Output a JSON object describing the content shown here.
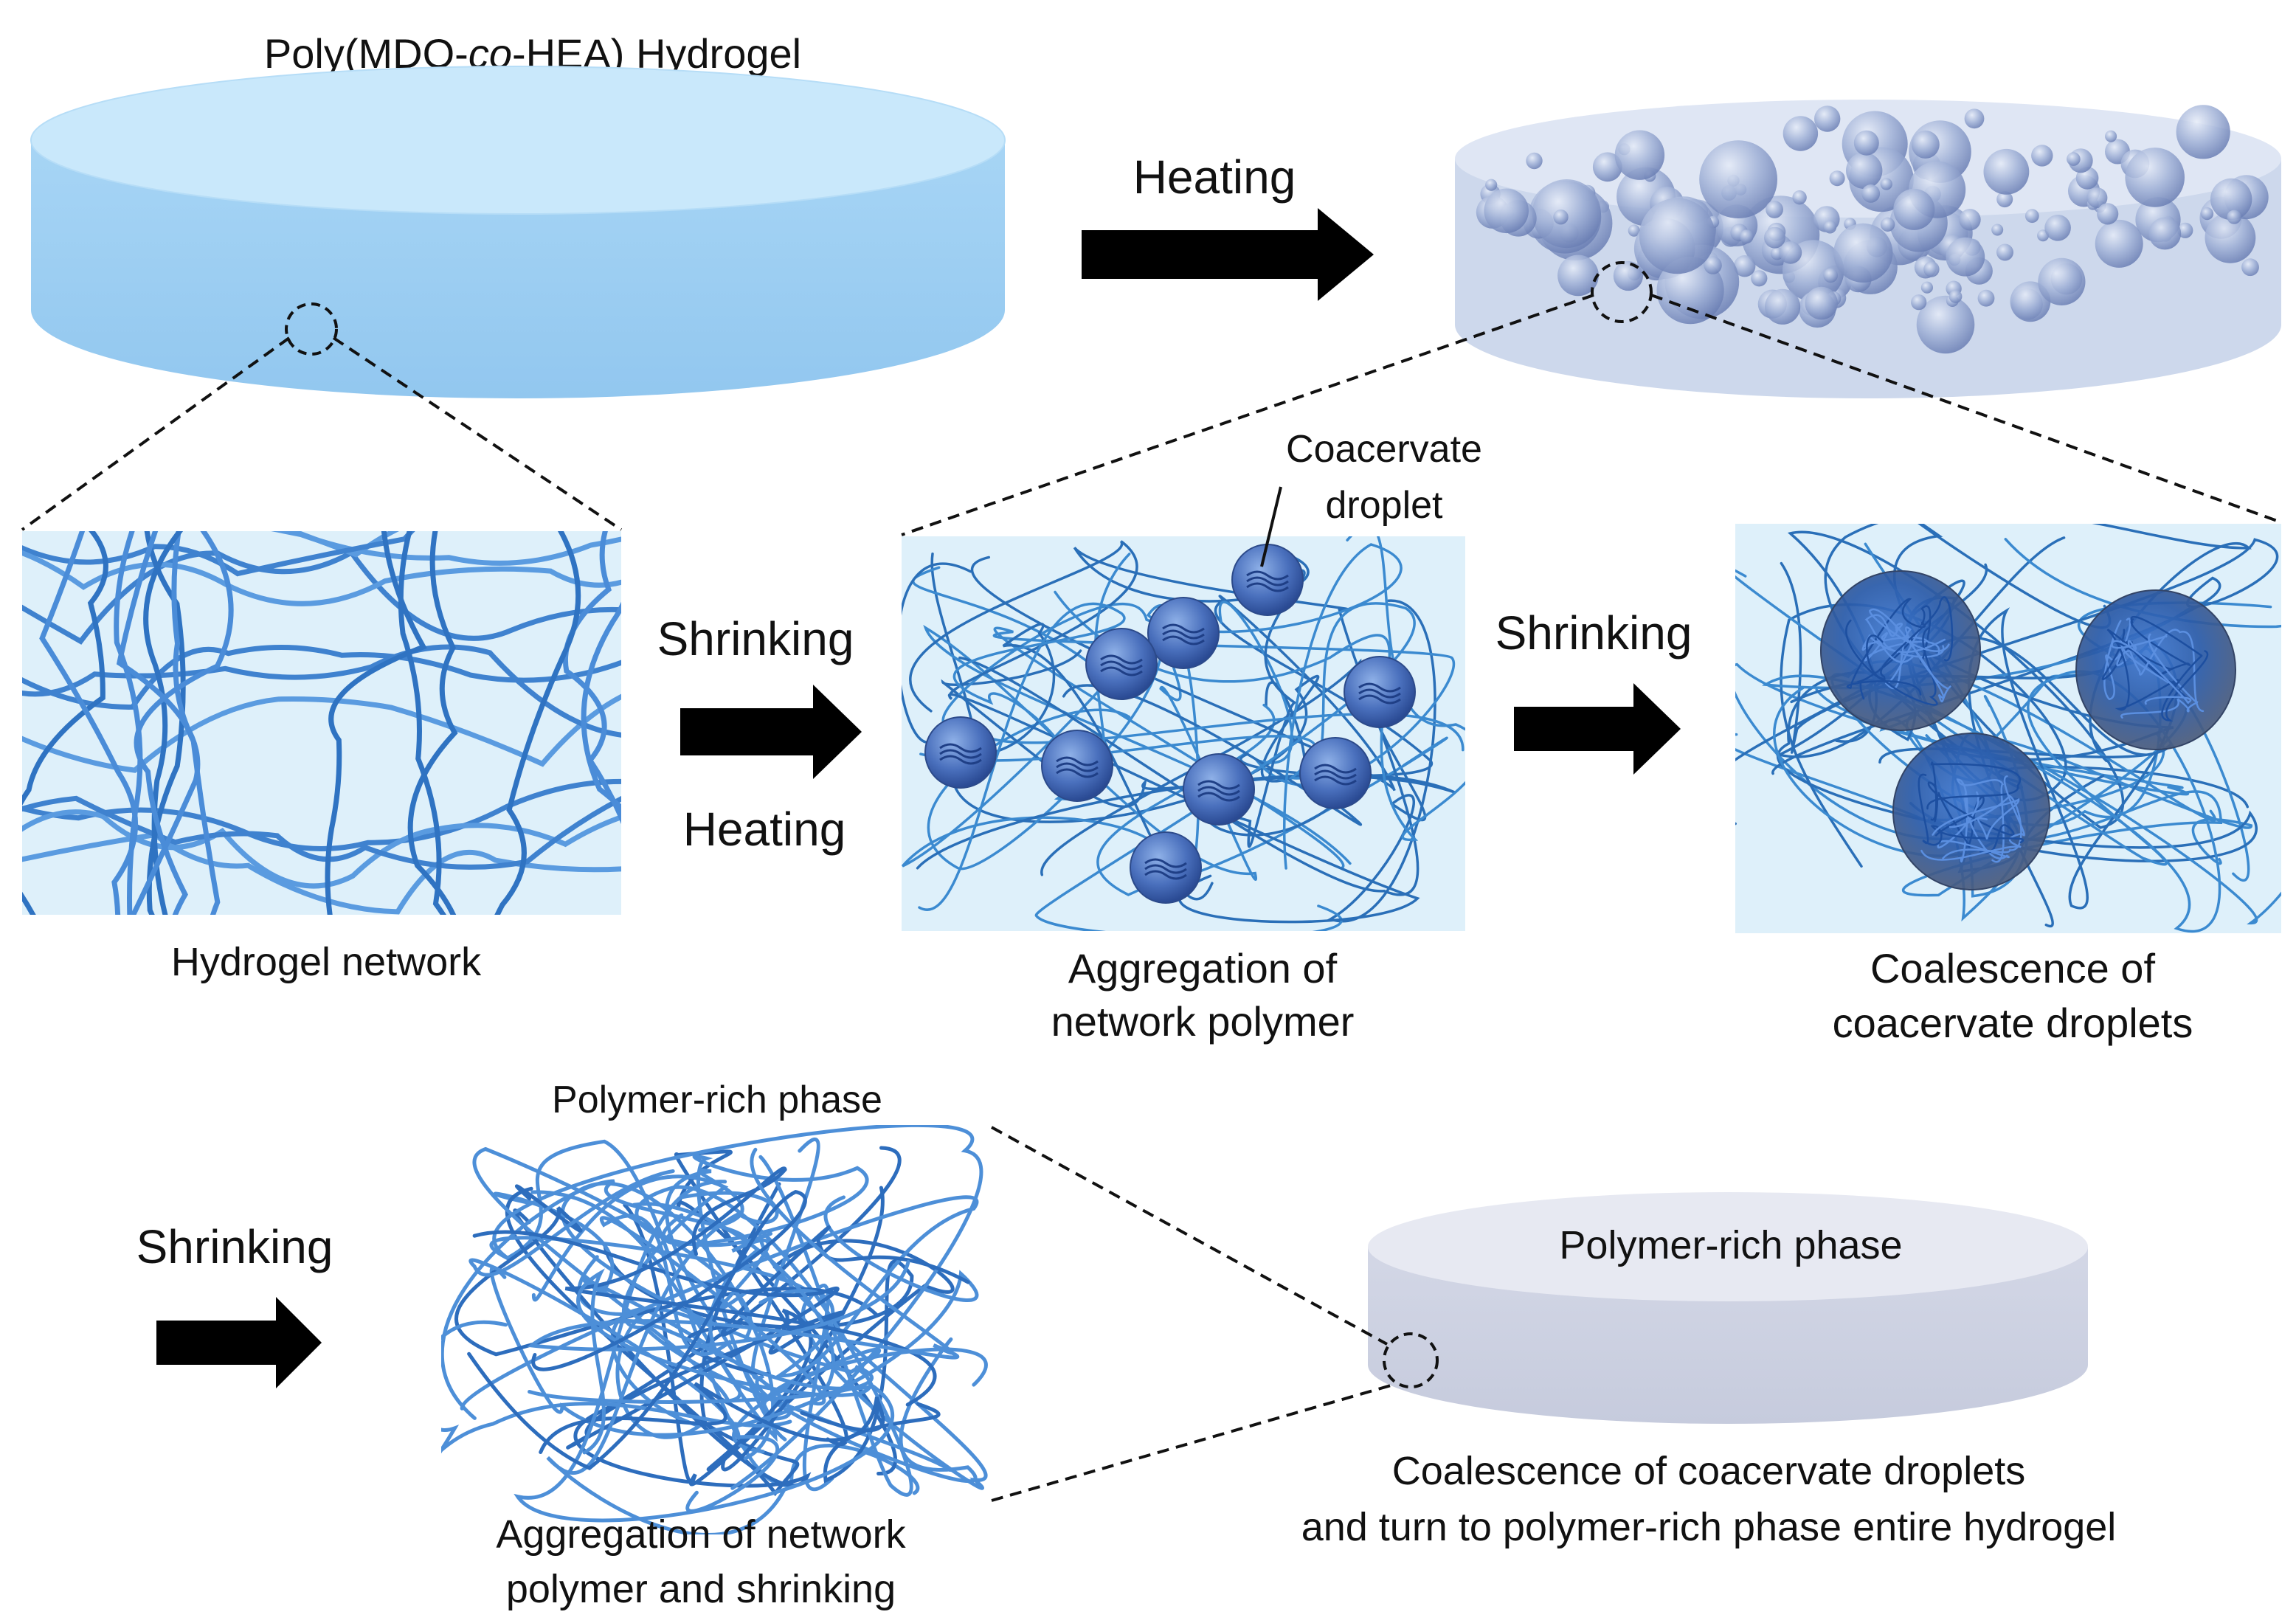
{
  "title_prefix": "Poly(MDO-",
  "title_italic": "co",
  "title_suffix": "-HEA)  Hydrogel",
  "arrows": {
    "heating_top": "Heating",
    "shrinking_1": "Shrinking",
    "heating_1": "Heating",
    "shrinking_2": "Shrinking",
    "shrinking_3": "Shrinking"
  },
  "callout": {
    "line1": "Coacervate",
    "line2": "droplet"
  },
  "panels": {
    "network": {
      "caption": "Hydrogel network"
    },
    "aggregation": {
      "caption1": "Aggregation of",
      "caption2": "network polymer"
    },
    "coalescence": {
      "caption1": "Coalescence of",
      "caption2": "coacervate droplets"
    },
    "polymer_rich": {
      "top_label": "Polymer-rich phase",
      "caption1": "Aggregation of network",
      "caption2": "polymer and shrinking"
    }
  },
  "final_disc": {
    "label": "Polymer-rich phase",
    "caption1": "Coalescence of coacervate droplets",
    "caption2": "and turn to polymer-rich phase entire hydrogel"
  },
  "colors": {
    "disc_top": "#c9e8fb",
    "disc_side": "#9fd0f4",
    "panel_bg": "#def0fa",
    "fiber": "#4c8fd6",
    "fiber_dark": "#2e6db8",
    "droplet": "#3f64b0",
    "final_disc_top": "#e7e9f2",
    "final_disc_side": "#cfd3e3",
    "arrow": "#000000"
  }
}
